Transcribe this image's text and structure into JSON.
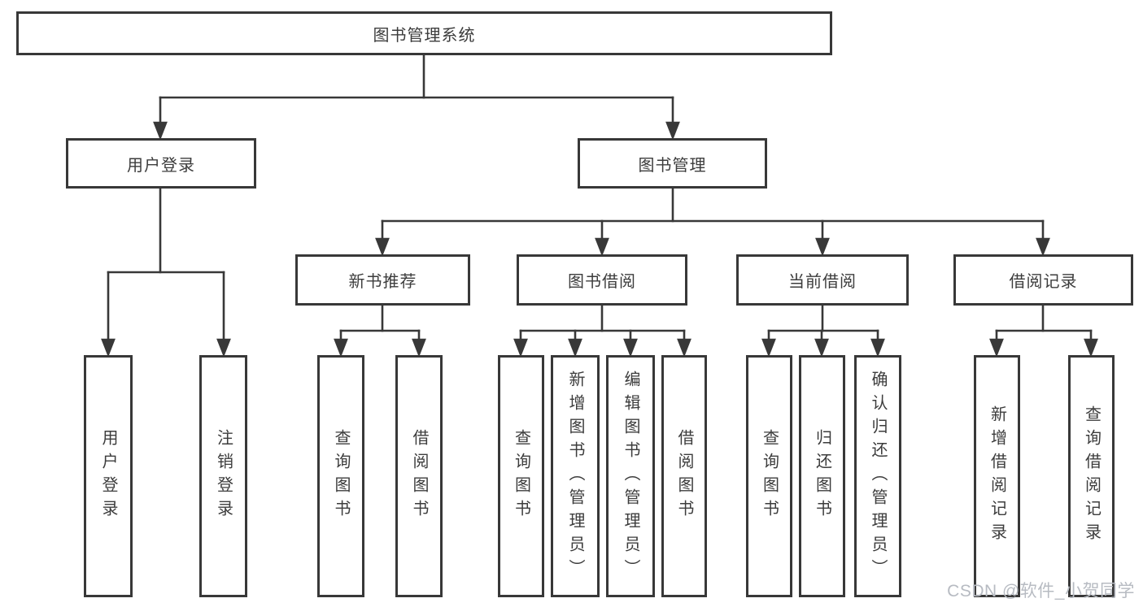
{
  "diagram": {
    "title_node": "图书管理系统",
    "watermark": "CSDN @软件_小贺同学",
    "colors": {
      "line": "#383838",
      "box_border": "#383838",
      "text": "#3c3c3c",
      "watermark": "#b7bbc2",
      "background": "#ffffff"
    },
    "root": {
      "label": "图书管理系统",
      "children": [
        {
          "label": "用户登录",
          "children": [
            {
              "label": "用户登录"
            },
            {
              "label": "注销登录"
            }
          ]
        },
        {
          "label": "图书管理",
          "children": [
            {
              "label": "新书推荐",
              "children": [
                {
                  "label": "查询图书"
                },
                {
                  "label": "借阅图书"
                }
              ]
            },
            {
              "label": "图书借阅",
              "children": [
                {
                  "label": "查询图书"
                },
                {
                  "label": "新增图书（管理员）"
                },
                {
                  "label": "编辑图书（管理员）"
                },
                {
                  "label": "借阅图书"
                }
              ]
            },
            {
              "label": "当前借阅",
              "children": [
                {
                  "label": "查询图书"
                },
                {
                  "label": "归还图书"
                },
                {
                  "label": "确认归还（管理员）"
                }
              ]
            },
            {
              "label": "借阅记录",
              "children": [
                {
                  "label": "新增借阅记录"
                },
                {
                  "label": "查询借阅记录"
                }
              ]
            }
          ]
        }
      ]
    }
  }
}
